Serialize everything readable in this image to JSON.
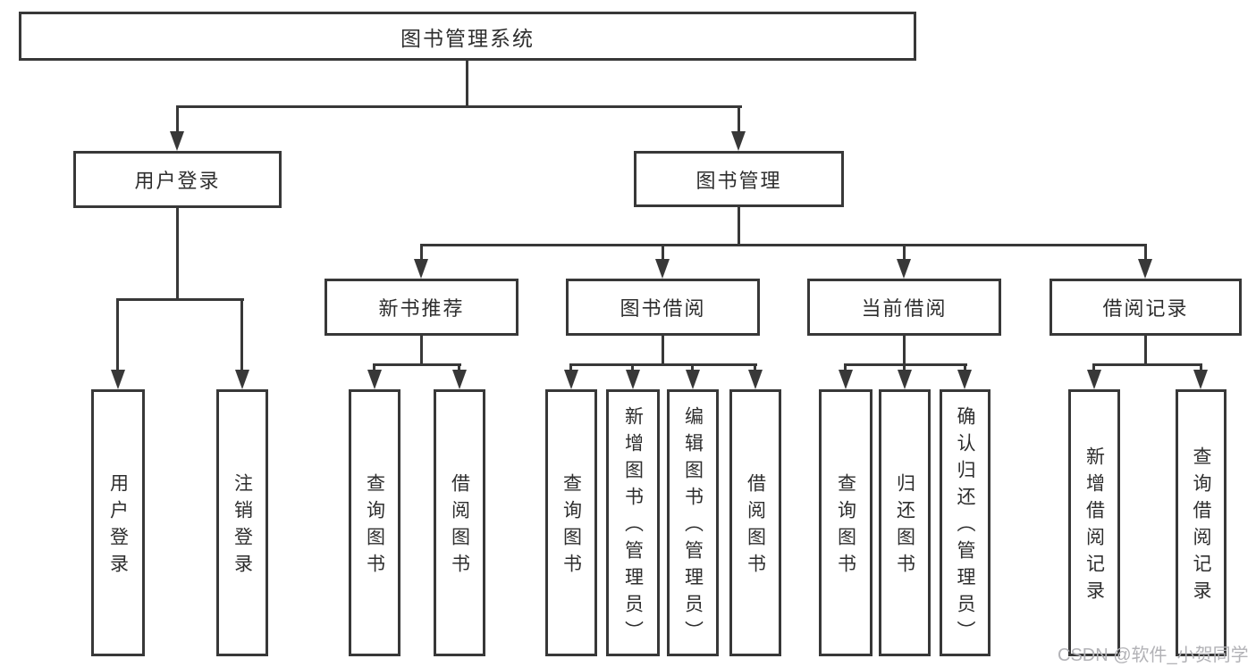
{
  "colors": {
    "line": "#383838",
    "text": "#2e2e2e",
    "watermark_text": "#b2b2b6",
    "background": "#ffffff"
  },
  "diagram": {
    "root": "图书管理系统",
    "level2": [
      {
        "label": "用户登录",
        "children": [
          "用户登录",
          "注销登录"
        ]
      },
      {
        "label": "图书管理",
        "children": [
          {
            "label": "新书推荐",
            "children": [
              "查询图书",
              "借阅图书"
            ]
          },
          {
            "label": "图书借阅",
            "children": [
              "查询图书",
              "新增图书（管理员）",
              "编辑图书（管理员）",
              "借阅图书"
            ]
          },
          {
            "label": "当前借阅",
            "children": [
              "查询图书",
              "归还图书",
              "确认归还（管理员）"
            ]
          },
          {
            "label": "借阅记录",
            "children": [
              "新增借阅记录",
              "查询借阅记录"
            ]
          }
        ]
      }
    ]
  },
  "watermark": "CSDN @软件_小贺同学"
}
